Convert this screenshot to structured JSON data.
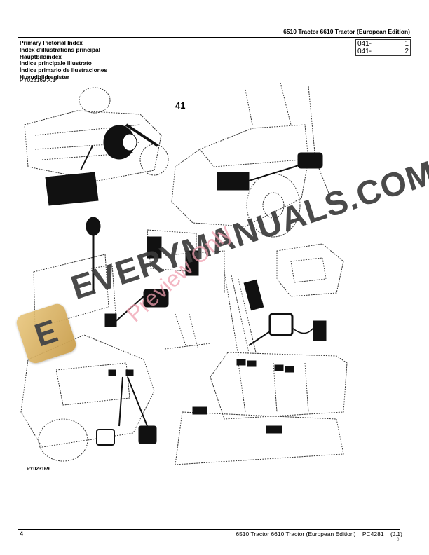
{
  "header": {
    "title": "6510 Tractor 6610 Tractor (European Edition)",
    "references": [
      {
        "code": "041-",
        "page": "1"
      },
      {
        "code": "041-",
        "page": "2"
      }
    ]
  },
  "index": {
    "titles": [
      "Primary Pictorial Index",
      "Index d'illustrations principal",
      "Hauptbildindex",
      "Indice principale illustrato",
      "Índice primario de ilustraciones",
      "Huvudbildregister"
    ],
    "figure_id": "PY023169 A.1"
  },
  "figure": {
    "group_number": "41",
    "caption": "PY023169",
    "description": "Exploded tractor electrical illustration: alternator, starter, battery, beacon, relays, work lights and cab lights"
  },
  "watermark": {
    "logo_letter": "E",
    "main_text": "EVERYMANUALS.COM",
    "overlay_text": "Preview Only"
  },
  "footer": {
    "page_number": "4",
    "text": "6510 Tractor 6610 Tractor (European Edition)    PC4281    (J.1)",
    "sub": "0"
  }
}
